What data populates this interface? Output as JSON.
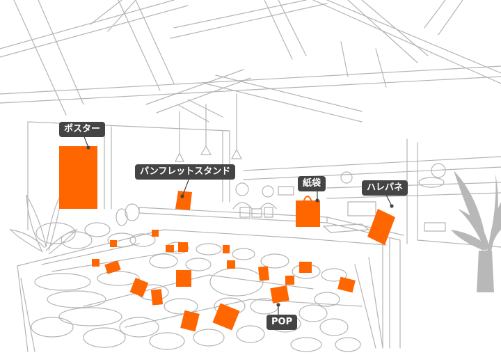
{
  "colors": {
    "accent": "#FF6600",
    "line": "#B4B4B4",
    "callout_bg": "#444444",
    "callout_text": "#FFFFFF",
    "plant": "#B8B8B8"
  },
  "callouts": {
    "poster": "ポスター",
    "pamphlet_stand": "パンフレットスタンド",
    "paper_bag": "紙袋",
    "hanging_panel": "ハレパネ",
    "pop": "POP"
  }
}
